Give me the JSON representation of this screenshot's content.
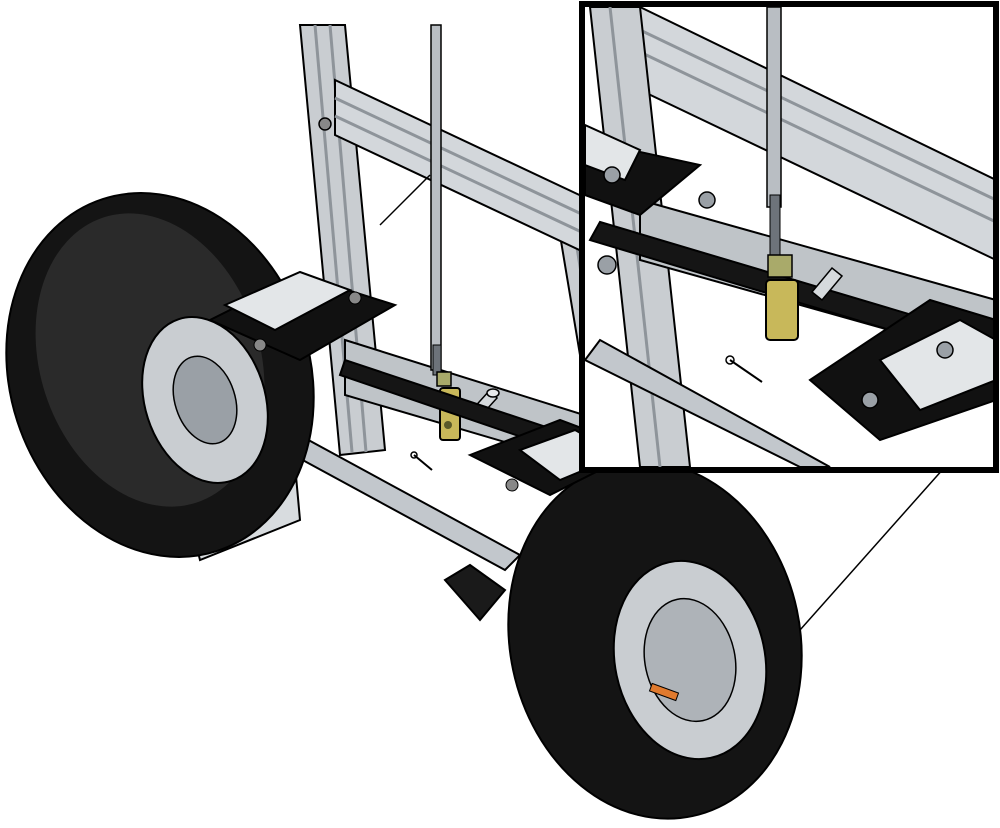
{
  "figure": {
    "kind": "cad-exploded-assembly",
    "view": "isometric",
    "has_detail_inset": true
  },
  "colors": {
    "background": "#ffffff",
    "tire": "#141414",
    "tire_highlight": "#3a3a3a",
    "aluminum": "#c9cdd1",
    "aluminum_dark": "#8e949a",
    "bracket": "#111111",
    "axle": "#b9bec3",
    "clevis": "#c8b85a",
    "outline": "#000000",
    "valve_stem": "#e07a2e"
  },
  "icons": [
    "wheel-assembly",
    "axle-rod",
    "brake-rod",
    "clevis-fitting",
    "clevis-pin",
    "cotter-pin"
  ]
}
